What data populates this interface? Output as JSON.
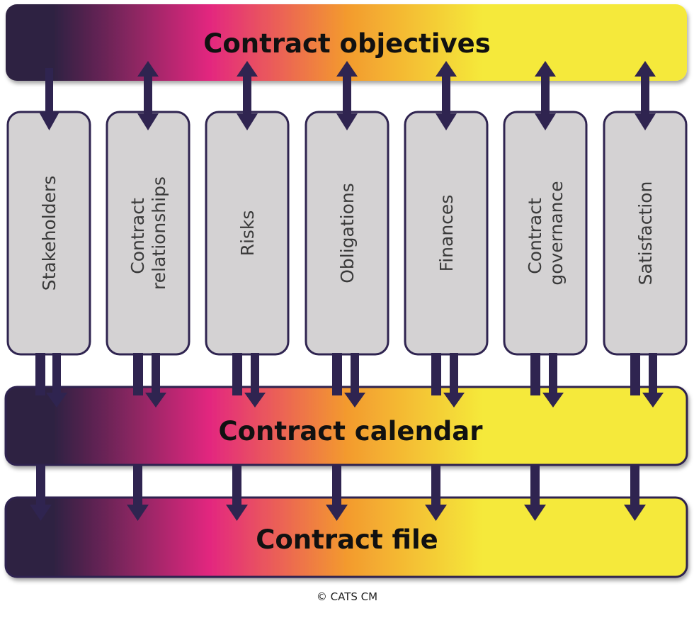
{
  "bars": {
    "objectives": "Contract objectives",
    "calendar": "Contract calendar",
    "file": "Contract file"
  },
  "columns": [
    {
      "id": "stakeholders",
      "lines": [
        "Stakeholders"
      ]
    },
    {
      "id": "relationships",
      "lines": [
        "Contract",
        "relationships"
      ]
    },
    {
      "id": "risks",
      "lines": [
        "Risks"
      ]
    },
    {
      "id": "obligations",
      "lines": [
        "Obligations"
      ]
    },
    {
      "id": "finances",
      "lines": [
        "Finances"
      ]
    },
    {
      "id": "governance",
      "lines": [
        "Contract",
        "governance"
      ]
    },
    {
      "id": "satisfaction",
      "lines": [
        "Satisfaction"
      ]
    }
  ],
  "copyright": "© CATS CM",
  "colors": {
    "gradient": [
      "#2e2342",
      "#e3277f",
      "#f39a2e",
      "#f5e93a"
    ],
    "column_fill": "#d4d2d3",
    "outline": "#2f2450",
    "arrow": "#2f2450"
  }
}
